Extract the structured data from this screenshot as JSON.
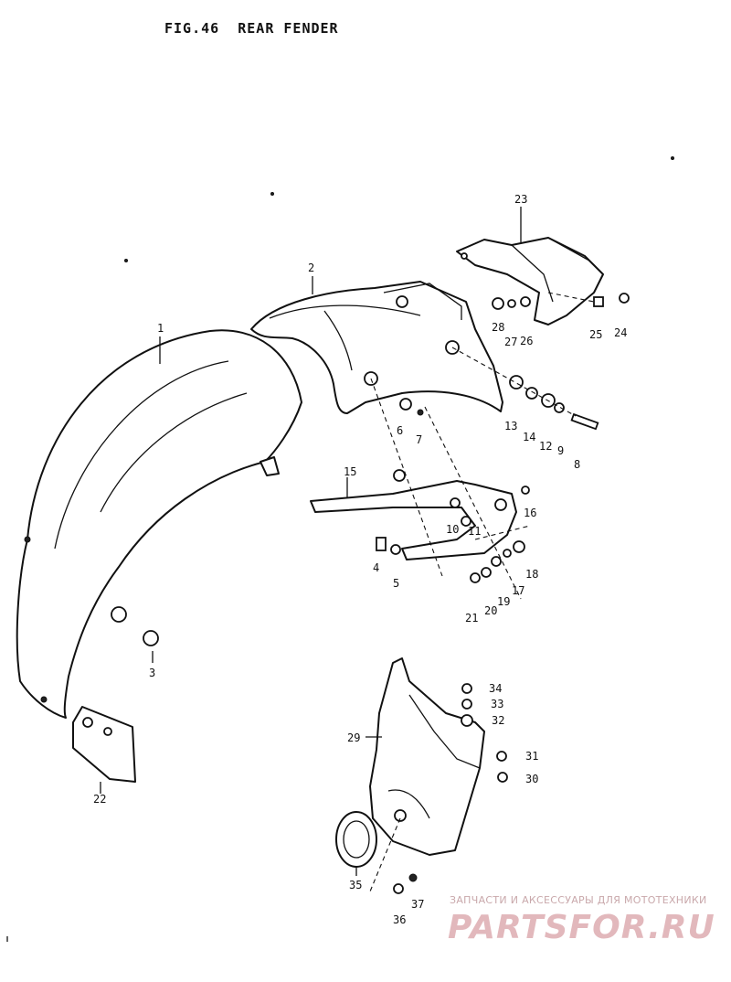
{
  "figure": {
    "number": "FIG.46",
    "name": "REAR FENDER"
  },
  "callouts": [
    "1",
    "2",
    "3",
    "4",
    "5",
    "6",
    "7",
    "8",
    "9",
    "10",
    "11",
    "12",
    "13",
    "14",
    "15",
    "16",
    "17",
    "18",
    "19",
    "20",
    "21",
    "22",
    "23",
    "24",
    "25",
    "26",
    "27",
    "28",
    "29",
    "30",
    "31",
    "32",
    "33",
    "34",
    "35",
    "36",
    "37"
  ],
  "watermark": {
    "tagline": "ЗАПЧАСТИ И АКСЕССУАРЫ ДЛЯ МОТОТЕХНИКИ",
    "brand": "PARTSFOR.RU"
  }
}
